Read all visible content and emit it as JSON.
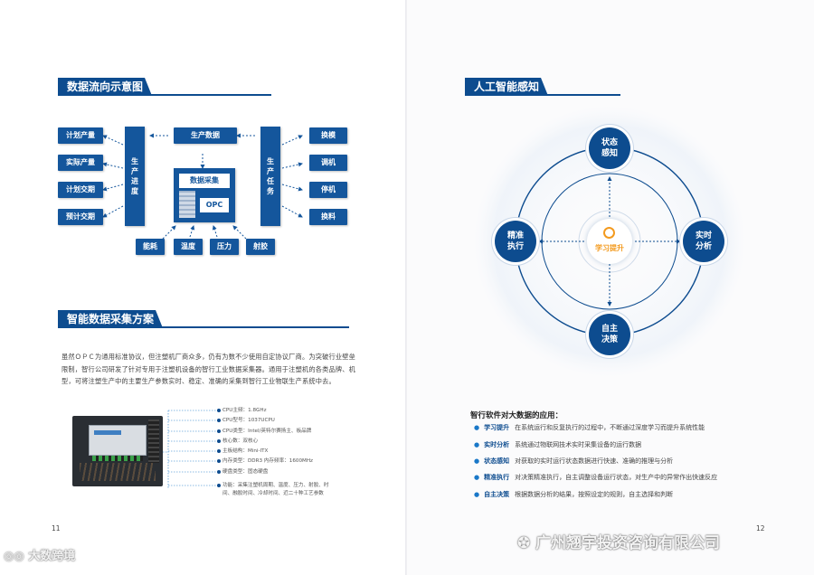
{
  "left": {
    "flow_title": "数据流向示意图",
    "left_outputs": [
      "计划产量",
      "实际产量",
      "计划交期",
      "预计交期"
    ],
    "left_bar": "生产进度",
    "top_box": "生产数据",
    "center_top": "数据采集",
    "center_bottom": "OPC",
    "right_bar": "生产任务",
    "right_outputs": [
      "换模",
      "调机",
      "停机",
      "换料"
    ],
    "inputs": [
      "能耗",
      "温度",
      "压力",
      "射胶"
    ],
    "scheme_title": "智能数据采集方案",
    "paragraph": "虽然ＯＰＣ为通用标准协议，但注塑机厂商众多，仍有为数不少使用自定协议厂商。为突破行业壁垒限制，智行公司研发了针对专用于注塑机设备的智行工业数据采集器。通用于注塑机的各类品牌、机型，可将注塑生产中的主要生产参数实时、稳定、准确的采集到智行工业物联生产系统中去。",
    "specs": [
      "CPU主频：1.8GHz",
      "CPU型号：1037UCPU",
      "CPU类型：Intel/英特尔赛扬主、板品牌",
      "核心数：双核心",
      "主板结构：Mini-ITX",
      "内存类型：DDR3      内存频率：1600MHz",
      "硬盘类型：固态硬盘",
      "功能：采集注塑机周期、温度、压力、射胶、时",
      "间、融胶时间、冷却时间、近二十种工艺参数"
    ],
    "page_number": "11"
  },
  "right": {
    "ai_title": "人工智能感知",
    "center": "学习提升",
    "nodes": {
      "top": "状态感知",
      "left": "精准执行",
      "right": "实时分析",
      "bottom": "自主决策"
    },
    "app_title": "智行软件对大数据的应用：",
    "applications": [
      {
        "key": "学习提升",
        "text": "在系统运行和反复执行的过程中，不断通过深度学习而提升系统性能"
      },
      {
        "key": "实时分析",
        "text": "系统通过物联网技术实时采集设备的运行数据"
      },
      {
        "key": "状态感知",
        "text": "对获取的实时运行状态数据进行快速、准确的推理与分析"
      },
      {
        "key": "精准执行",
        "text": "对决策精准执行，自主调整设备运行状态，对生产中的异常作出快速反应"
      },
      {
        "key": "自主决策",
        "text": "根据数据分析的结果，按照设定的规则，自主选择和判断"
      }
    ],
    "page_number": "12"
  },
  "watermarks": {
    "left": "大数跨境",
    "right": "广州翘宇投资咨询有限公司"
  },
  "colors": {
    "primary": "#0d4c8f",
    "box": "#14569c",
    "accent": "#f39a1e",
    "bullet": "#1a78c8"
  }
}
